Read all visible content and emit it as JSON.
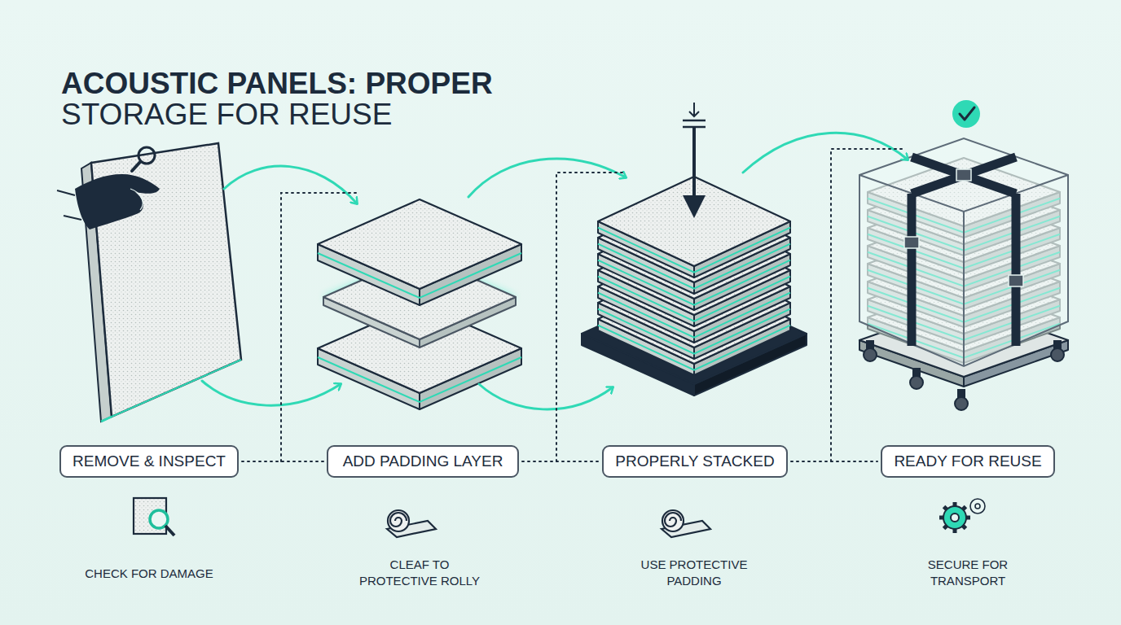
{
  "diagram": {
    "title": "ACOUSTIC PANELS: PROPER STORAGE FOR REUSE",
    "nodes": [
      {
        "text": [
          "REMOVE & INSPECT"
        ]
      },
      {
        "text": [
          "ADD PADDING LAYER"
        ]
      },
      {
        "text": [
          "PROPERLY STACKED"
        ]
      },
      {
        "text": [
          "READY FOR REUSE"
        ]
      }
    ],
    "edges": [
      {
        "from": 0,
        "to": 1,
        "arrow": "none"
      },
      {
        "from": 1,
        "to": 2,
        "arrow": "none"
      },
      {
        "from": 2,
        "to": 3,
        "arrow": "none"
      }
    ],
    "labels": [
      "CHECK FOR DAMAGE",
      "CLEAF TO PROTECTIVE ROLLY",
      "USE PROTECTIVE PADDING",
      "SECURE FOR TRANSPORT"
    ]
  }
}
